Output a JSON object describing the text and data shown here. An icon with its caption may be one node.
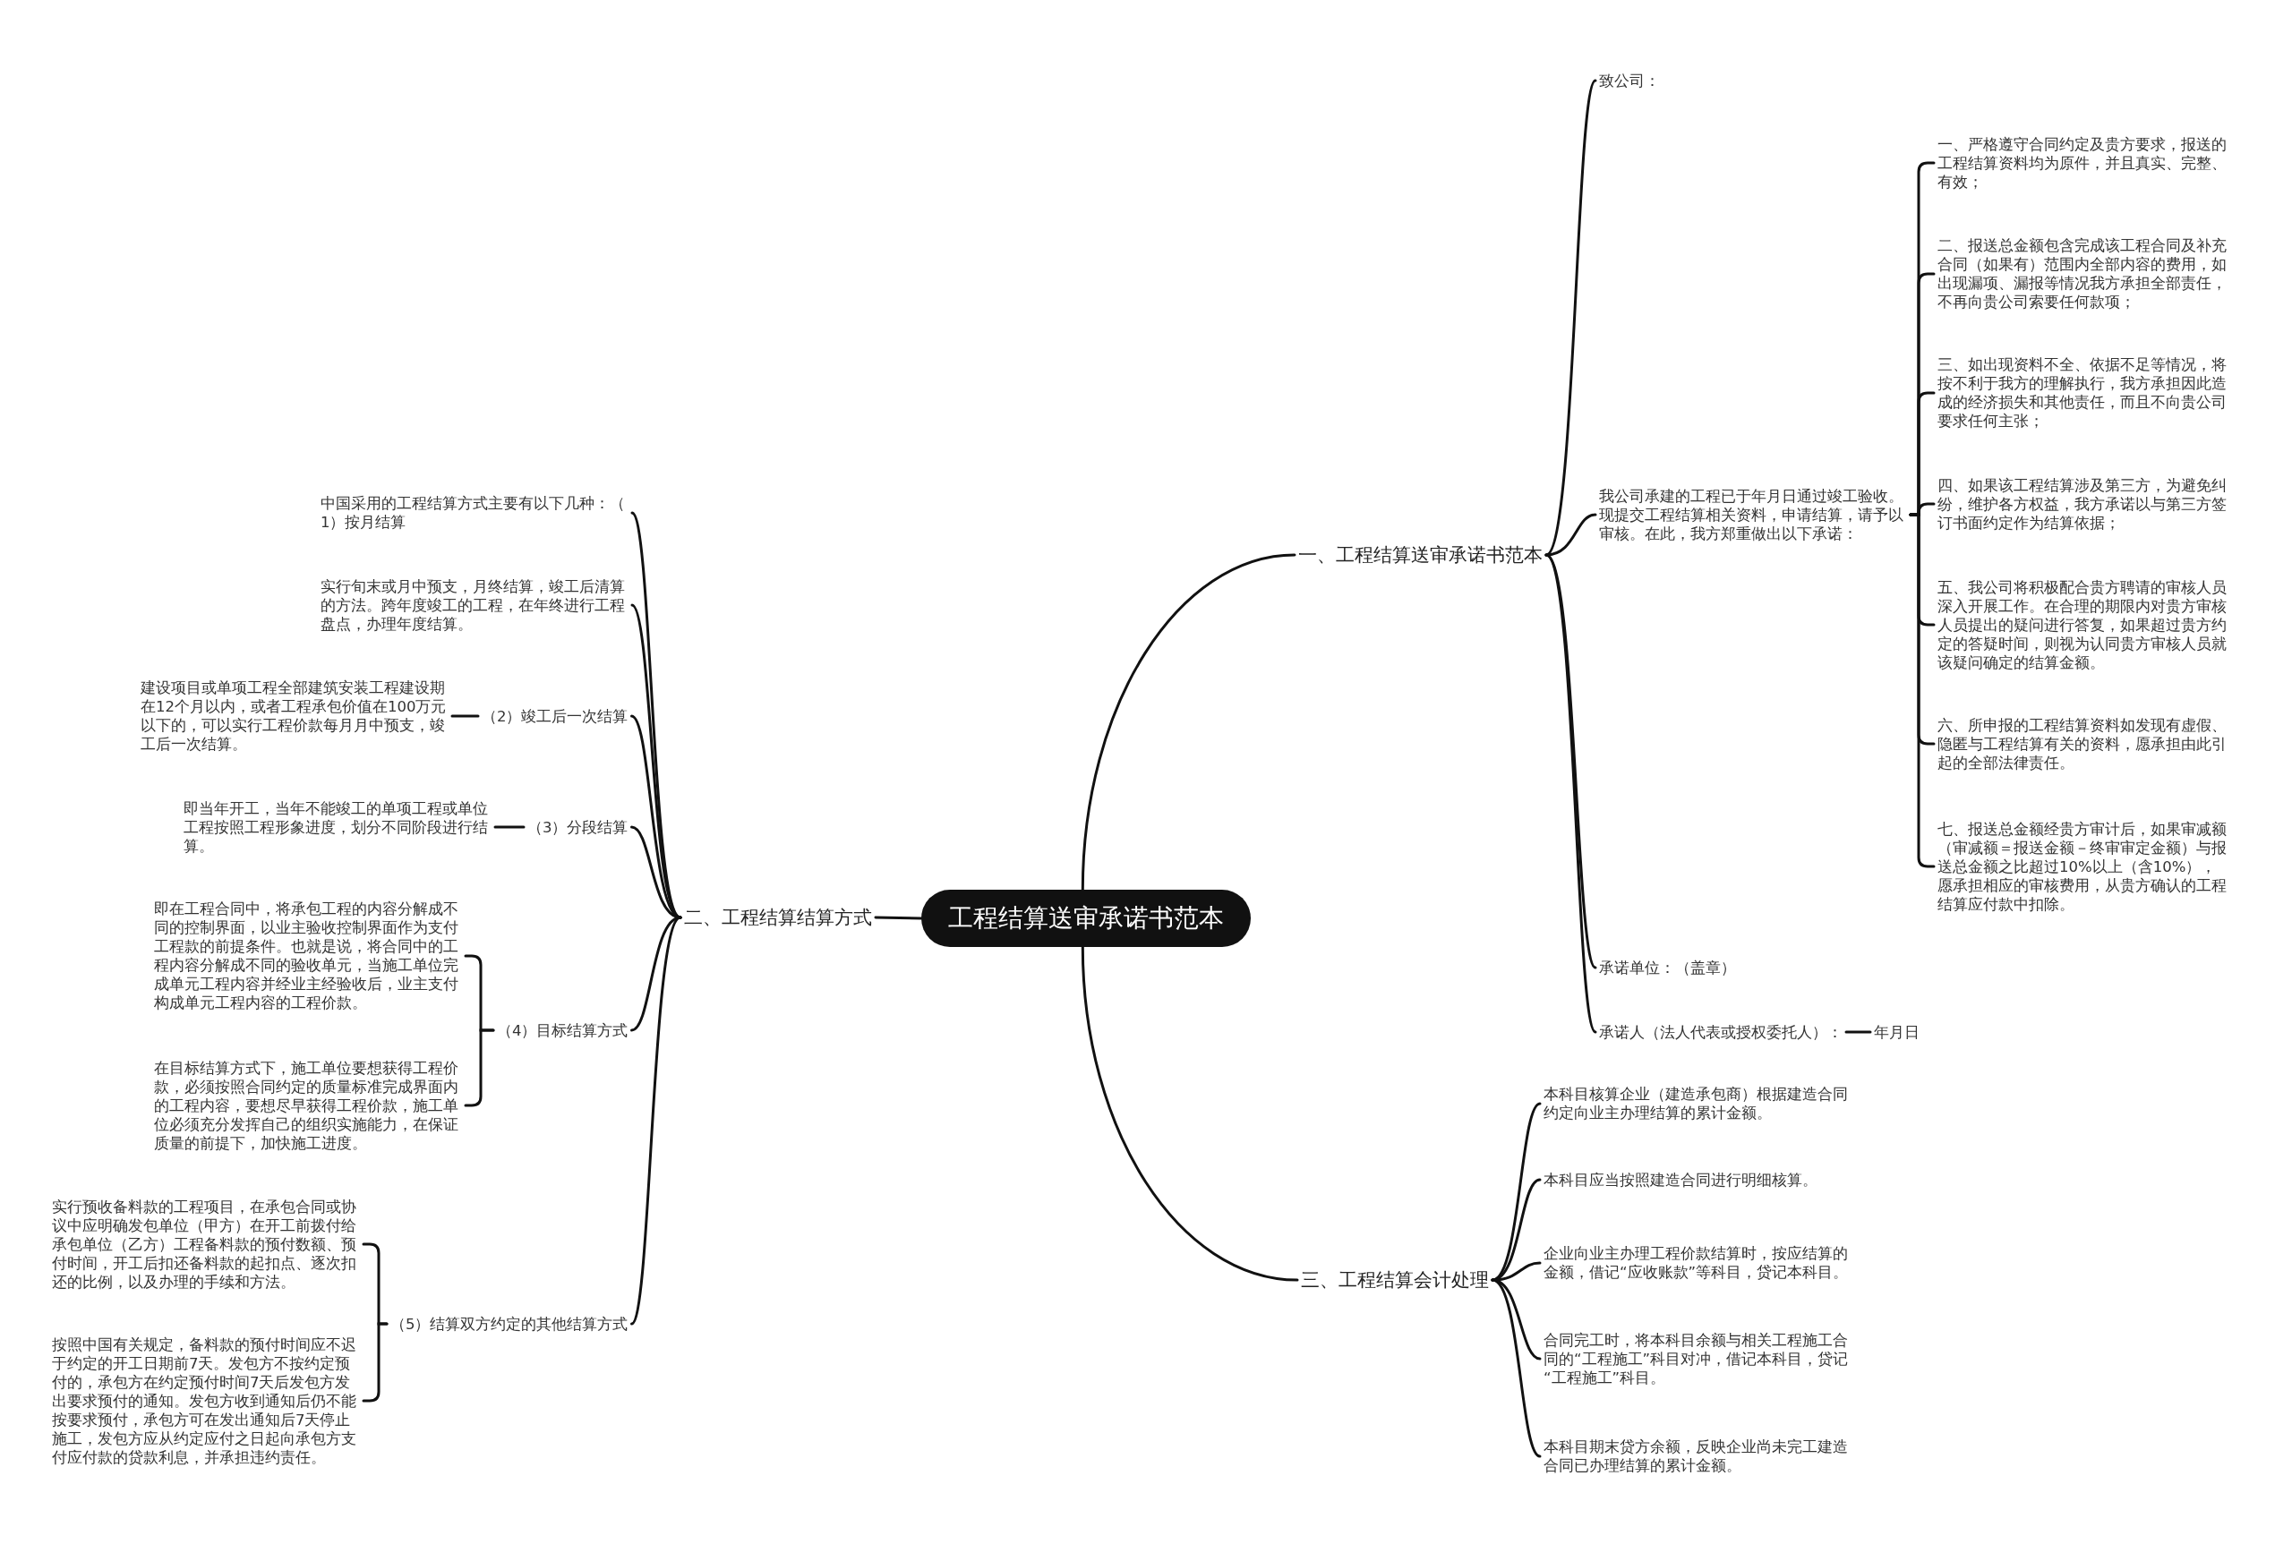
{
  "diagram": {
    "nodes": [
      {
        "text": [
          "工程结算送审承诺书范本"
        ]
      },
      {
        "text": [
          "一、工程结算送审承诺书范本"
        ]
      },
      {
        "text": [
          "致公司："
        ]
      },
      {
        "text": [
          "我公司承建的工程已于年月日通过竣工验收。现提交工程结算相关资料，申请结算，请予以审核。在此，我方郑重做出以下承诺："
        ]
      },
      {
        "text": [
          "一、严格遵守合同约定及贵方要求，报送的工程结算资料均为原件，并且真实、完整、有效；"
        ]
      },
      {
        "text": [
          "二、报送总金额包含完成该工程合同及补充合同（如果有）范围内全部内容的费用，如出现漏项、漏报等情况我方承担全部责任，不再向贵公司索要任何款项；"
        ]
      },
      {
        "text": [
          "三、如出现资料不全、依据不足等情况，将按不利于我方的理解执行，我方承担因此造成的经济损失和其他责任，而且不向贵公司要求任何主张；"
        ]
      },
      {
        "text": [
          "四、如果该工程结算涉及第三方，为避免纠纷，维护各方权益，我方承诺以与第三方签订书面约定作为结算依据；"
        ]
      },
      {
        "text": [
          "五、我公司将积极配合贵方聘请的审核人员深入开展工作。在合理的期限内对贵方审核人员提出的疑问进行答复，如果超过贵方约定的答疑时间，则视为认同贵方审核人员就该疑问确定的结算金额。"
        ]
      },
      {
        "text": [
          "六、所申报的工程结算资料如发现有虚假、隐匿与工程结算有关的资料，愿承担由此引起的全部法律责任。"
        ]
      },
      {
        "text": [
          "七、报送总金额经贵方审计后，如果审减额（审减额＝报送金额－终审审定金额）与报送总金额之比超过10%以上（含10%），愿承担相应的审核费用，从贵方确认的工程结算应付款中扣除。"
        ]
      },
      {
        "text": [
          "承诺单位：（盖章）"
        ]
      },
      {
        "text": [
          "承诺人（法人代表或授权委托人）："
        ]
      },
      {
        "text": [
          "年月日"
        ]
      },
      {
        "text": [
          "二、工程结算结算方式"
        ]
      },
      {
        "text": [
          "中国采用的工程结算方式主要有以下几种：（1）按月结算"
        ]
      },
      {
        "text": [
          "实行旬末或月中预支，月终结算，竣工后清算的方法。跨年度竣工的工程，在年终进行工程盘点，办理年度结算。"
        ]
      },
      {
        "text": [
          "（2）竣工后一次结算"
        ]
      },
      {
        "text": [
          "建设项目或单项工程全部建筑安装工程建设期在12个月以内，或者工程承包价值在100万元以下的，可以实行工程价款每月月中预支，竣工后一次结算。"
        ]
      },
      {
        "text": [
          "（3）分段结算"
        ]
      },
      {
        "text": [
          "即当年开工，当年不能竣工的单项工程或单位工程按照工程形象进度，划分不同阶段进行结算。"
        ]
      },
      {
        "text": [
          "（4）目标结算方式"
        ]
      },
      {
        "text": [
          "即在工程合同中，将承包工程的内容分解成不同的控制界面，以业主验收控制界面作为支付工程款的前提条件。也就是说，将合同中的工程内容分解成不同的验收单元，当施工单位完成单元工程内容并经业主经验收后，业主支付构成单元工程内容的工程价款。"
        ]
      },
      {
        "text": [
          "在目标结算方式下，施工单位要想获得工程价款，必须按照合同约定的质量标准完成界面内的工程内容，要想尽早获得工程价款，施工单位必须充分发挥自己的组织实施能力，在保证质量的前提下，加快施工进度。"
        ]
      },
      {
        "text": [
          "（5）结算双方约定的其他结算方式"
        ]
      },
      {
        "text": [
          "实行预收备料款的工程项目，在承包合同或协议中应明确发包单位（甲方）在开工前拨付给承包单位（乙方）工程备料款的预付数额、预付时间，开工后扣还备料款的起扣点、逐次扣还的比例，以及办理的手续和方法。"
        ]
      },
      {
        "text": [
          "按照中国有关规定，备料款的预付时间应不迟于约定的开工日期前7天。发包方不按约定预付的，承包方在约定预付时间7天后发包方发出要求预付的通知。发包方收到通知后仍不能按要求预付，承包方可在发出通知后7天停止施工，发包方应从约定应付之日起向承包方支付应付款的贷款利息，并承担违约责任。"
        ]
      },
      {
        "text": [
          "三、工程结算会计处理"
        ]
      },
      {
        "text": [
          "本科目核算企业（建造承包商）根据建造合同约定向业主办理结算的累计金额。"
        ]
      },
      {
        "text": [
          "本科目应当按照建造合同进行明细核算。"
        ]
      },
      {
        "text": [
          "企业向业主办理工程价款结算时，按应结算的金额，借记“应收账款”等科目，贷记本科目。"
        ]
      },
      {
        "text": [
          "合同完工时，将本科目余额与相关工程施工合同的“工程施工”科目对冲，借记本科目，贷记“工程施工”科目。"
        ]
      },
      {
        "text": [
          "本科目期末贷方余额，反映企业尚未完工建造合同已办理结算的累计金额。"
        ]
      }
    ],
    "edges": [
      {
        "from": 0,
        "to": 1,
        "arrow": "none"
      },
      {
        "from": 1,
        "to": 2,
        "arrow": "none"
      },
      {
        "from": 1,
        "to": 3,
        "arrow": "none"
      },
      {
        "from": 3,
        "to": 4,
        "arrow": "none"
      },
      {
        "from": 3,
        "to": 5,
        "arrow": "none"
      },
      {
        "from": 3,
        "to": 6,
        "arrow": "none"
      },
      {
        "from": 3,
        "to": 7,
        "arrow": "none"
      },
      {
        "from": 3,
        "to": 8,
        "arrow": "none"
      },
      {
        "from": 3,
        "to": 9,
        "arrow": "none"
      },
      {
        "from": 3,
        "to": 10,
        "arrow": "none"
      },
      {
        "from": 1,
        "to": 11,
        "arrow": "none"
      },
      {
        "from": 1,
        "to": 12,
        "arrow": "none"
      },
      {
        "from": 12,
        "to": 13,
        "arrow": "none"
      },
      {
        "from": 0,
        "to": 14,
        "arrow": "none"
      },
      {
        "from": 14,
        "to": 15,
        "arrow": "none"
      },
      {
        "from": 14,
        "to": 16,
        "arrow": "none"
      },
      {
        "from": 14,
        "to": 17,
        "arrow": "none"
      },
      {
        "from": 17,
        "to": 18,
        "arrow": "none"
      },
      {
        "from": 14,
        "to": 19,
        "arrow": "none"
      },
      {
        "from": 19,
        "to": 20,
        "arrow": "none"
      },
      {
        "from": 14,
        "to": 21,
        "arrow": "none"
      },
      {
        "from": 21,
        "to": 22,
        "arrow": "none"
      },
      {
        "from": 21,
        "to": 23,
        "arrow": "none"
      },
      {
        "from": 14,
        "to": 24,
        "arrow": "none"
      },
      {
        "from": 24,
        "to": 25,
        "arrow": "none"
      },
      {
        "from": 24,
        "to": 26,
        "arrow": "none"
      },
      {
        "from": 0,
        "to": 27,
        "arrow": "none"
      },
      {
        "from": 27,
        "to": 28,
        "arrow": "none"
      },
      {
        "from": 27,
        "to": 29,
        "arrow": "none"
      },
      {
        "from": 27,
        "to": 30,
        "arrow": "none"
      },
      {
        "from": 27,
        "to": 31,
        "arrow": "none"
      },
      {
        "from": 27,
        "to": 32,
        "arrow": "none"
      }
    ]
  }
}
